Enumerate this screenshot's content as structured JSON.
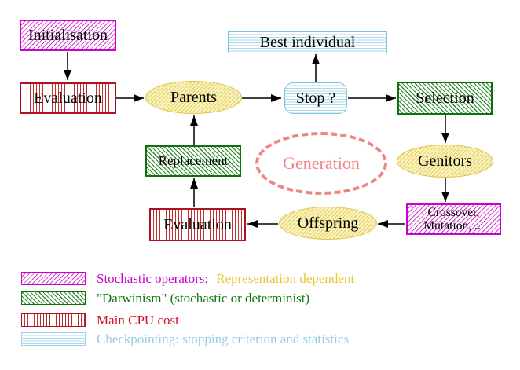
{
  "diagram": {
    "title_hint": "evolutionary-algorithm-generation-loop",
    "nodes": {
      "initialisation": {
        "label": "Initialisation"
      },
      "evaluation_top": {
        "label": "Evaluation"
      },
      "best_individual": {
        "label": "Best individual"
      },
      "parents": {
        "label": "Parents"
      },
      "stop": {
        "label": "Stop ?"
      },
      "selection": {
        "label": "Selection"
      },
      "replacement": {
        "label": "Replacement"
      },
      "generation": {
        "label": "Generation"
      },
      "genitors": {
        "label": "Genitors"
      },
      "offspring": {
        "label": "Offspring"
      },
      "evaluation_bottom": {
        "label": "Evaluation"
      },
      "crossover_mutation": {
        "line1": "Crossover,",
        "line2": "Mutation, ..."
      }
    },
    "colors": {
      "stochastic_magenta": "#cc00cc",
      "darwinism_green": "#117711",
      "cpu_red": "#cc1122",
      "checkpoint_blue": "#99cce6",
      "representation_gold": "#e9c636",
      "generation_salmon": "#ee8585",
      "node_yellow_fill": "#faf3bc",
      "arrow_black": "#000000"
    }
  },
  "legend": {
    "items": [
      {
        "key": "stochastic-operators",
        "parts": [
          {
            "text": "Stochastic operators:"
          },
          {
            "text": "Representation dependent"
          }
        ]
      },
      {
        "key": "darwinism",
        "parts": [
          {
            "text": "\"Darwinism\" (stochastic or determinist)"
          }
        ]
      },
      {
        "key": "main-cpu-cost",
        "parts": [
          {
            "text": "Main CPU cost"
          }
        ]
      },
      {
        "key": "checkpointing",
        "parts": [
          {
            "text": "Checkpointing: stopping criterion and statistics"
          }
        ]
      }
    ]
  }
}
